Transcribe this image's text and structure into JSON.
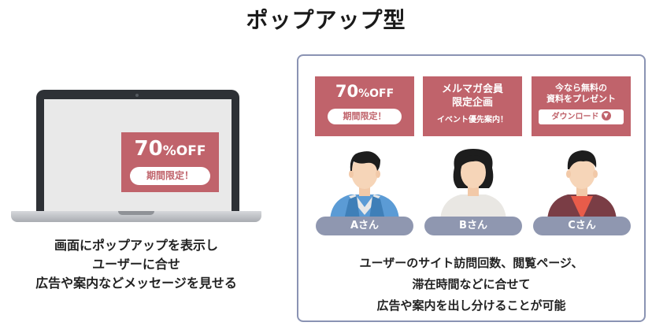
{
  "title": "ポップアップ型",
  "laptop_popup": {
    "headline_num": "70",
    "headline_pct": "%OFF",
    "badge": "期間限定！"
  },
  "left_caption": {
    "line1": "画面にポップアップを表示し",
    "line2": "ユーザーに合せ",
    "line3": "広告や案内などメッセージを見せる"
  },
  "cards": {
    "a": {
      "headline_num": "70",
      "headline_pct": "%OFF",
      "badge": "期間限定！"
    },
    "b": {
      "line1": "メルマガ会員",
      "line2": "限定企画",
      "line3": "イベント優先案内！"
    },
    "c": {
      "line1": "今なら無料の",
      "line2": "資料をプレゼント",
      "button": "ダウンロード"
    }
  },
  "users": {
    "a": "Aさん",
    "b": "Bさん",
    "c": "Cさん"
  },
  "right_caption": {
    "line1": "ユーザーのサイト訪問回数、閲覧ページ、",
    "line2": "滞在時間などに合せて",
    "line3": "広告や案内を出し分けることが可能"
  },
  "colors": {
    "popup": "#c0636b",
    "name_tag": "#8f97b0",
    "panel_border": "#8a93b3"
  }
}
